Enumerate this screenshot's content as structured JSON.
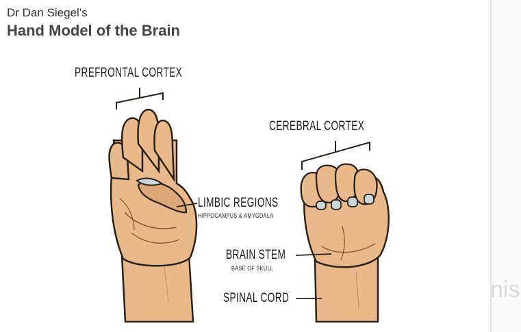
{
  "header": {
    "subtitle": "Dr Dan Siegel's",
    "title": "Hand Model of the Brain"
  },
  "labels": {
    "prefrontal_cortex": "PREFRONTAL CORTEX",
    "cerebral_cortex": "CEREBRAL CORTEX",
    "limbic_regions": "LIMBIC REGIONS",
    "limbic_sub": "HIPPOCAMPUS & AMYGDALA",
    "brain_stem": "BRAIN STEM",
    "brain_stem_sub": "BASE OF SKULL",
    "spinal_cord": "SPINAL CORD"
  },
  "side_panel": {
    "ghost_text": "nis"
  },
  "colors": {
    "skin": "#e8b98a",
    "skin_shadow": "#c98f5e",
    "nail": "#c9d3d8",
    "outline": "#2a2018"
  }
}
